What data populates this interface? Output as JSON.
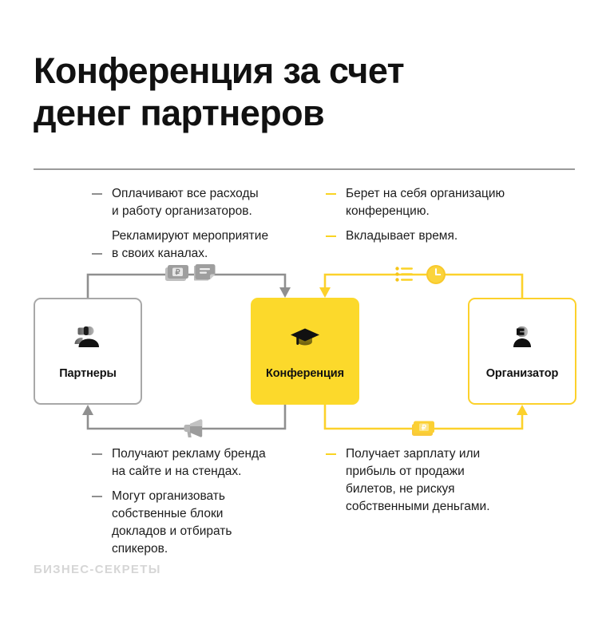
{
  "page": {
    "title": "Конференция за счет\nденег партнеров",
    "watermark": "БИЗНЕС-СЕКРЕТЫ"
  },
  "colors": {
    "yellow": "#FCD92B",
    "yellow_dark": "#F5C518",
    "gray": "#8F8F8F",
    "gray_border": "#A8A8A8",
    "text": "#1C1C1C",
    "watermark": "#D6D6D6"
  },
  "nodes": [
    {
      "id": "partners",
      "label": "Партнеры",
      "icon": "two-people-icon",
      "style": "gray-outline"
    },
    {
      "id": "conference",
      "label": "Конференция",
      "icon": "graduation-cap-icon",
      "style": "yellow-filled"
    },
    {
      "id": "organizer",
      "label": "Организатор",
      "icon": "person-icon",
      "style": "yellow-outline"
    }
  ],
  "blocks": {
    "top_left": {
      "name": "partners-contributions",
      "accent": "gray",
      "items": [
        "Оплачивают все расходы\nи работу организаторов.",
        "Рекламируют мероприятие\nв своих каналах."
      ]
    },
    "top_right": {
      "name": "organizer-contributions",
      "accent": "yellow",
      "items": [
        "Берет на себя организацию\nконференцию.",
        "Вкладывает время."
      ]
    },
    "bottom_left": {
      "name": "partners-benefits",
      "accent": "gray",
      "items": [
        "Получают рекламу бренда\nна сайте и на стендах.",
        "Могут организовать\nсобственные блоки\nдокладов и отбирать\nспикеров."
      ]
    },
    "bottom_right": {
      "name": "organizer-benefits",
      "accent": "yellow",
      "items": [
        "Получает зарплату или\nприбыль от продажи\nбилетов, не рискуя\nсобственными деньгами."
      ]
    }
  },
  "connector_icons": [
    {
      "name": "ruble-coin-icon",
      "color": "gray",
      "position": "top-left-path"
    },
    {
      "name": "document-lines-icon",
      "color": "gray",
      "position": "top-left-path"
    },
    {
      "name": "list-icon",
      "color": "yellow",
      "position": "top-right-path"
    },
    {
      "name": "clock-icon",
      "color": "yellow",
      "position": "top-right-path"
    },
    {
      "name": "megaphone-icon",
      "color": "gray",
      "position": "bottom-left-path"
    },
    {
      "name": "ruble-banknote-icon",
      "color": "yellow",
      "position": "bottom-right-path"
    }
  ]
}
